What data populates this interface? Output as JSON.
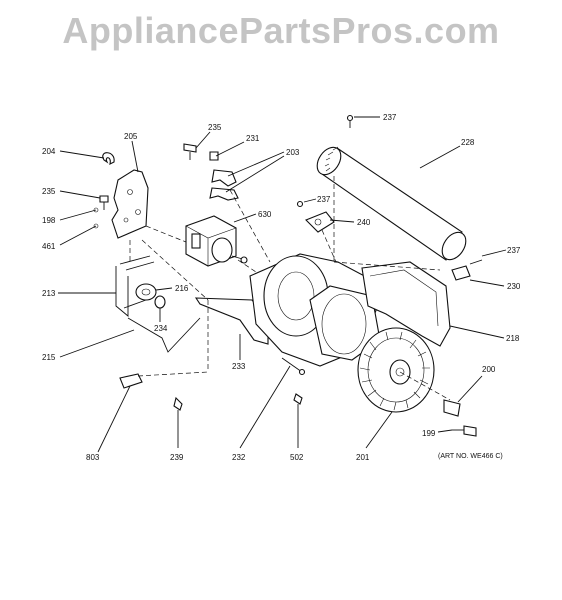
{
  "watermark": "AppliancePartsPros.com",
  "art_number": "(ART NO. WE466 C)",
  "labels": {
    "p237a": "237",
    "p235a": "235",
    "p231": "231",
    "p203": "203",
    "p228": "228",
    "p204": "204",
    "p205": "205",
    "p235b": "235",
    "p198": "198",
    "p461": "461",
    "p237b": "237",
    "p240": "240",
    "p630": "630",
    "p237c": "237",
    "p230": "230",
    "p213": "213",
    "p216": "216",
    "p234": "234",
    "p218": "218",
    "p215": "215",
    "p233": "233",
    "p200": "200",
    "p199": "199",
    "p803": "803",
    "p239": "239",
    "p232": "232",
    "p502": "502",
    "p201": "201"
  }
}
